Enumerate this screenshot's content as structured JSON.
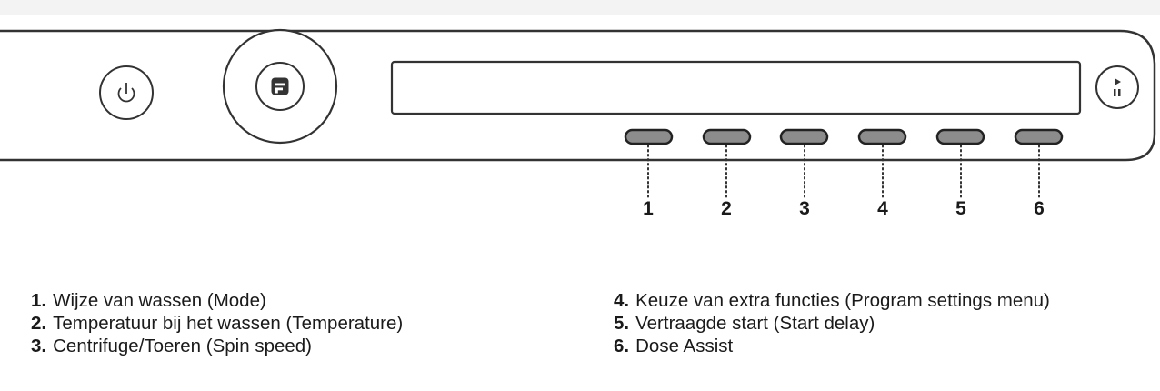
{
  "callouts": [
    "1",
    "2",
    "3",
    "4",
    "5",
    "6"
  ],
  "legend": [
    {
      "num": "1.",
      "text": "Wijze van wassen (Mode)"
    },
    {
      "num": "2.",
      "text": "Temperatuur bij het wassen (Temperature)"
    },
    {
      "num": "3.",
      "text": "Centrifuge/Toeren (Spin speed)"
    },
    {
      "num": "4.",
      "text": "Keuze van extra functies (Program settings menu)"
    },
    {
      "num": "5.",
      "text": "Vertraagde start (Start delay)"
    },
    {
      "num": "6.",
      "text": "Dose Assist"
    }
  ],
  "icons": {
    "power": "power-icon",
    "program": "program-dial-icon",
    "start_pause": "play-pause-icon"
  },
  "colors": {
    "outline": "#333333",
    "button_fill": "#8c8c8c",
    "background_band": "#f3f3f3"
  }
}
